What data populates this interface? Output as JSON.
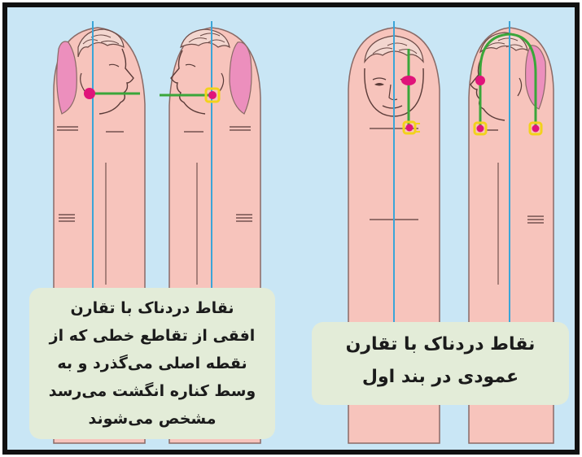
{
  "colors": {
    "background": "#c9e6f5",
    "frame": "#111111",
    "finger": "#f7c4bc",
    "finger_outline": "#8a6a66",
    "axis_line": "#3aa5d8",
    "connector": "#3aa63a",
    "pain_point": "#e0147a",
    "marker_ring": "#f2d21b",
    "ear": "#ec8fbd",
    "caption_box": "#e3ecd8"
  },
  "captions": {
    "left": {
      "lines": [
        "نقاط دردناک با تقارن",
        "افقی از تقاطع خطی که از",
        "نقطه اصلی می‌گذرد و به",
        "وسط کناره انگشت می‌رسد",
        "مشخص می‌شوند"
      ]
    },
    "right": {
      "lines": [
        "نقاط دردناک با تقارن",
        "عمودی در بند اول"
      ]
    }
  },
  "figures": [
    {
      "id": "finger-1",
      "head": "profile-facing-right",
      "symmetry": "horizontal"
    },
    {
      "id": "finger-2",
      "head": "profile-facing-left",
      "symmetry": "horizontal"
    },
    {
      "id": "finger-3",
      "head": "front-face",
      "symmetry": "vertical"
    },
    {
      "id": "finger-4",
      "head": "profile-facing-left",
      "symmetry": "vertical"
    }
  ]
}
